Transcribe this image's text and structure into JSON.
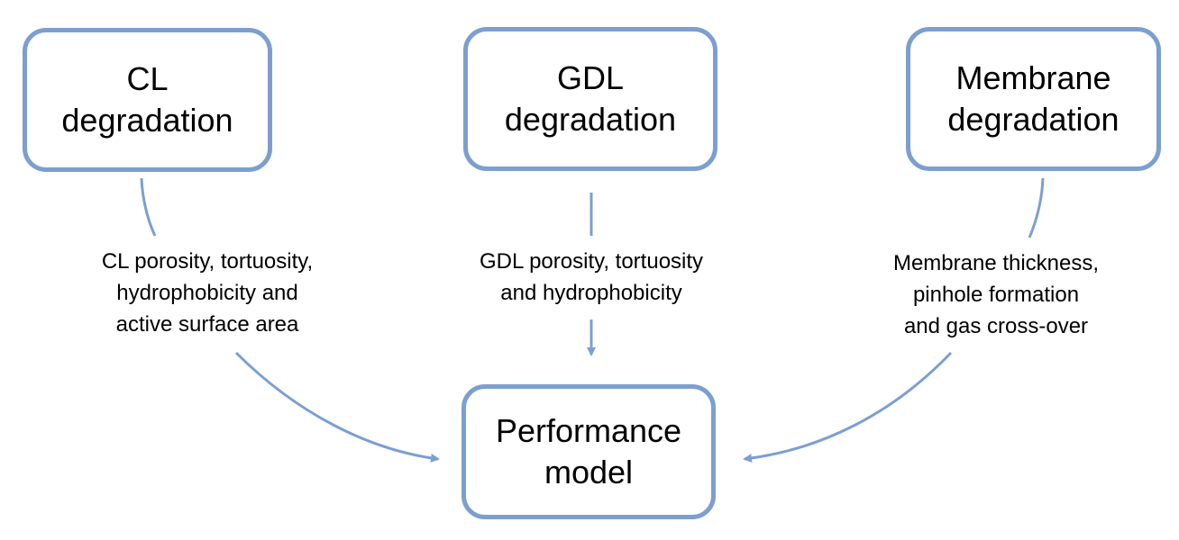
{
  "nodes": {
    "cl": {
      "line1": "CL",
      "line2": "degradation"
    },
    "gdl": {
      "line1": "GDL",
      "line2": "degradation"
    },
    "membrane": {
      "line1": "Membrane",
      "line2": "degradation"
    },
    "performance": {
      "line1": "Performance",
      "line2": "model"
    }
  },
  "edges": {
    "cl": {
      "line1": "CL porosity, tortuosity,",
      "line2": "hydrophobicity and",
      "line3": "active surface area"
    },
    "gdl": {
      "line1": "GDL porosity, tortuosity",
      "line2": "and hydrophobicity"
    },
    "membrane": {
      "line1": "Membrane thickness,",
      "line2": "pinhole formation",
      "line3": "and gas cross-over"
    }
  },
  "colors": {
    "accent": "#7c9fcf"
  }
}
